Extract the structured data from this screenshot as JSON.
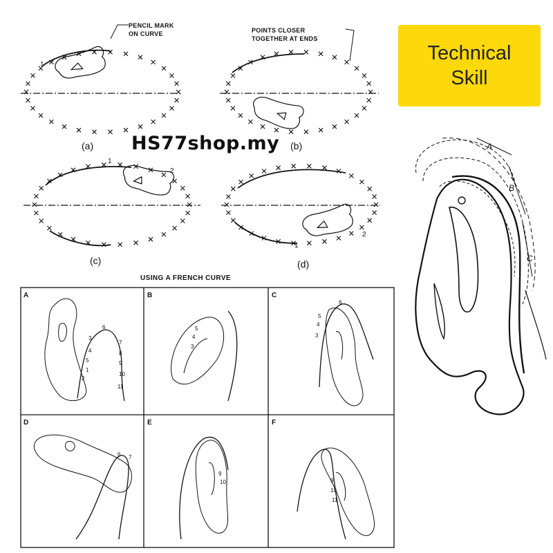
{
  "badge": {
    "line1": "Technical",
    "line2": "Skill",
    "color": "#fdd80a"
  },
  "watermark": "HS77shop.my",
  "top_diagrams": {
    "annotation_a": {
      "line1": "PENCIL MARK",
      "line2": "ON CURVE"
    },
    "annotation_b": {
      "line1": "POINTS CLOSER",
      "line2": "TOGETHER AT ENDS"
    },
    "sub_labels": [
      "(a)",
      "(b)",
      "(c)",
      "(d)"
    ],
    "point_labels": {
      "a1": "1",
      "c1": "1",
      "c2": "2",
      "d1": "1",
      "d2": "2"
    }
  },
  "section_title": "USING A FRENCH CURVE",
  "panels": [
    {
      "letter": "A",
      "numbers": [
        "3",
        "4",
        "5",
        "6",
        "7",
        "8",
        "9",
        "10",
        "11",
        "1",
        "2"
      ]
    },
    {
      "letter": "B",
      "numbers": [
        "5",
        "4",
        "3"
      ]
    },
    {
      "letter": "C",
      "numbers": [
        "6",
        "5",
        "4",
        "3"
      ]
    },
    {
      "letter": "D",
      "numbers": [
        "6",
        "7"
      ]
    },
    {
      "letter": "E",
      "numbers": [
        "9",
        "10"
      ]
    },
    {
      "letter": "F",
      "numbers": [
        "9",
        "10",
        "11"
      ]
    }
  ],
  "large_curve_labels": [
    "A",
    "B",
    "C"
  ]
}
